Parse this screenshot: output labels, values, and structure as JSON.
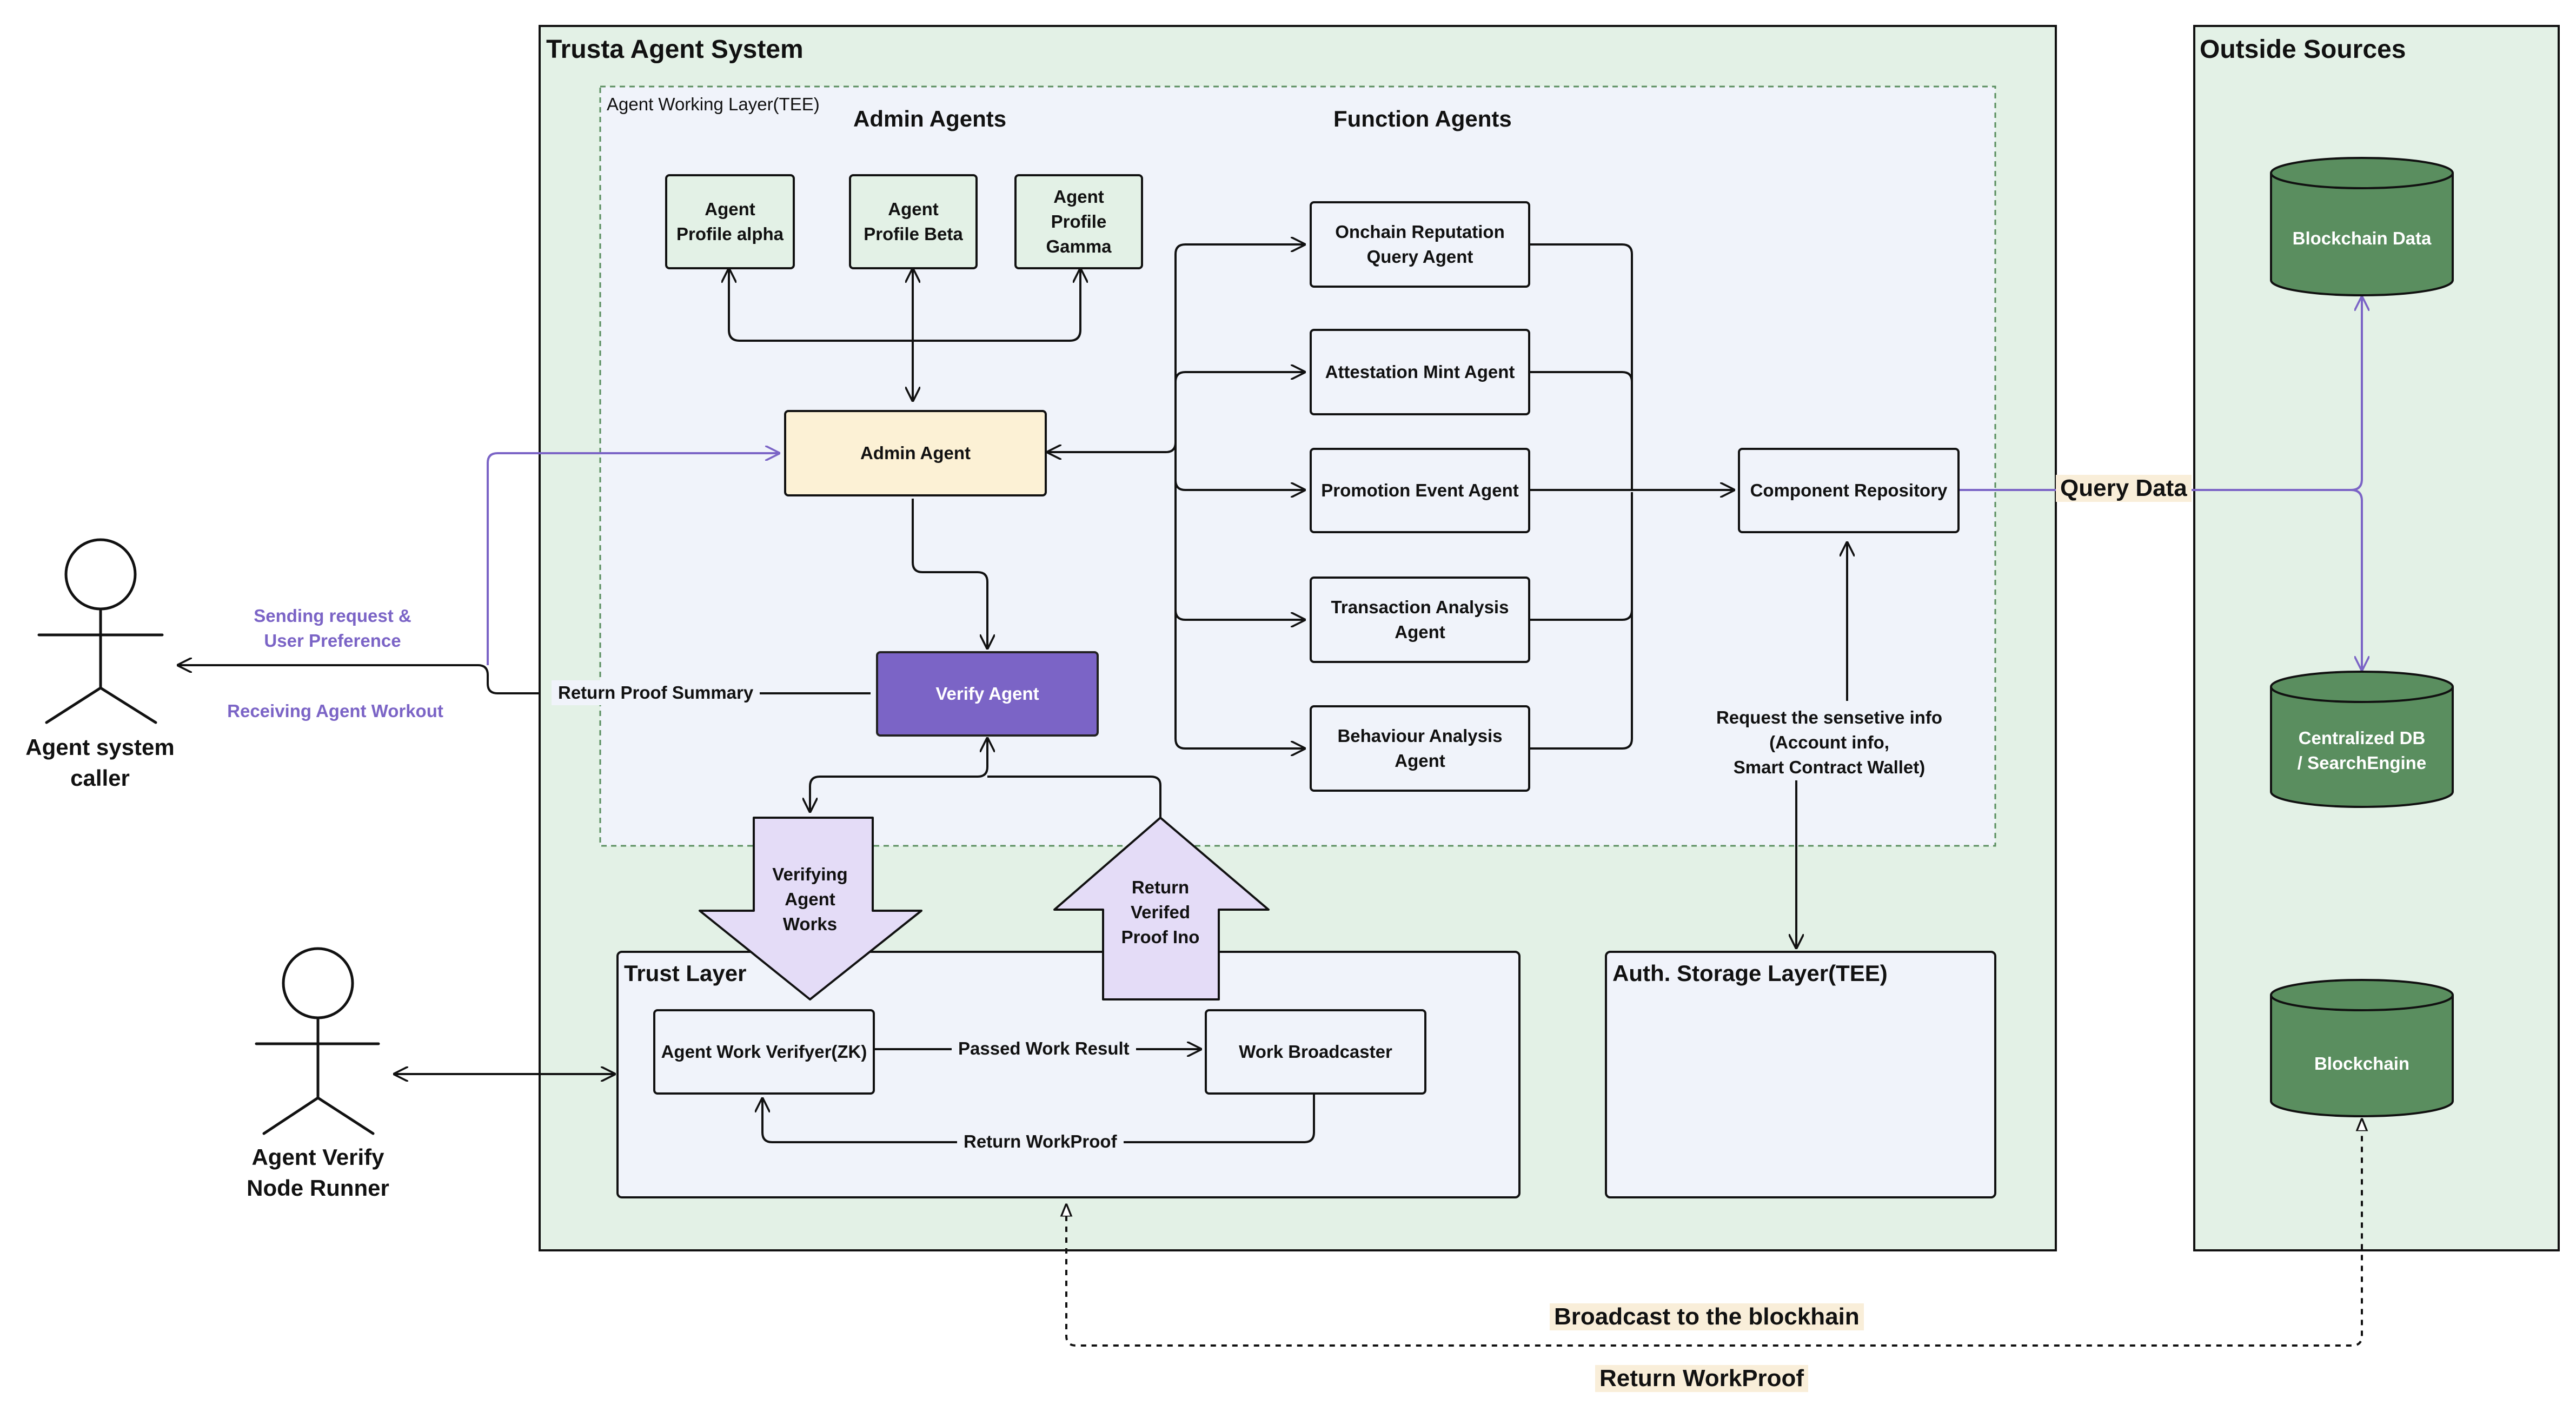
{
  "regions": {
    "system_title": "Trusta Agent System",
    "outside_title": "Outside Sources",
    "working_layer_title": "Agent Working Layer(TEE)",
    "admin_agents_title": "Admin Agents",
    "function_agents_title": "Function Agents",
    "trust_layer_title": "Trust Layer",
    "auth_storage_title": "Auth. Storage Layer(TEE)"
  },
  "profiles": [
    {
      "line1": "Agent",
      "line2": "Profile alpha"
    },
    {
      "line1": "Agent",
      "line2": "Profile Beta"
    },
    {
      "line1": "Agent",
      "line2": "Profile",
      "line3": "Gamma"
    }
  ],
  "nodes": {
    "admin_agent": "Admin Agent",
    "verify_agent": "Verify Agent",
    "component_repository": "Component Repository",
    "agent_work_verifyer": "Agent Work Verifyer(ZK)",
    "work_broadcaster": "Work Broadcaster"
  },
  "function_agents": [
    {
      "line1": "Onchain Reputation",
      "line2": "Query Agent"
    },
    {
      "line1": "Attestation Mint Agent",
      "line2": ""
    },
    {
      "line1": "Promotion Event Agent",
      "line2": ""
    },
    {
      "line1": "Transaction Analysis",
      "line2": "Agent"
    },
    {
      "line1": "Behaviour Analysis",
      "line2": "Agent"
    }
  ],
  "outside_sources": [
    {
      "line1": "Blockchain Data",
      "line2": ""
    },
    {
      "line1": "Centralized DB",
      "line2": "/ SearchEngine"
    },
    {
      "line1": "Blockchain",
      "line2": ""
    }
  ],
  "actors": {
    "caller_line1": "Agent system",
    "caller_line2": "caller",
    "runner_line1": "Agent Verify",
    "runner_line2": "Node Runner"
  },
  "labels": {
    "sending_line1": "Sending request &",
    "sending_line2": "User Preference",
    "receiving": "Receiving Agent Workout",
    "return_proof_summary": "Return Proof Summary",
    "verifying_line1": "Verifying",
    "verifying_line2": "Agent",
    "verifying_line3": "Works",
    "return_verified_line1": "Return",
    "return_verified_line2": "Verifed",
    "return_verified_line3": "Proof Ino",
    "passed_work_result": "Passed Work Result",
    "return_workproof_inner": "Return WorkProof",
    "request_info_line1": "Request the sensetive info",
    "request_info_line2": "(Account info,",
    "request_info_line3": "Smart Contract Wallet)",
    "query_data": "Query Data",
    "broadcast": "Broadcast to the blockhain",
    "return_workproof_outer": "Return WorkProof"
  },
  "colors": {
    "system_bg": "#e3f1e6",
    "working_bg": "#f0f3fa",
    "admin_yellow": "#fcf1d5",
    "verify_purple": "#7b64c6",
    "flow_purple": "#7b64c6",
    "cylinder_green": "#5a8e5f",
    "highlight_beige": "#f9eed9",
    "block_arrow_fill": "#e4dcf7"
  }
}
